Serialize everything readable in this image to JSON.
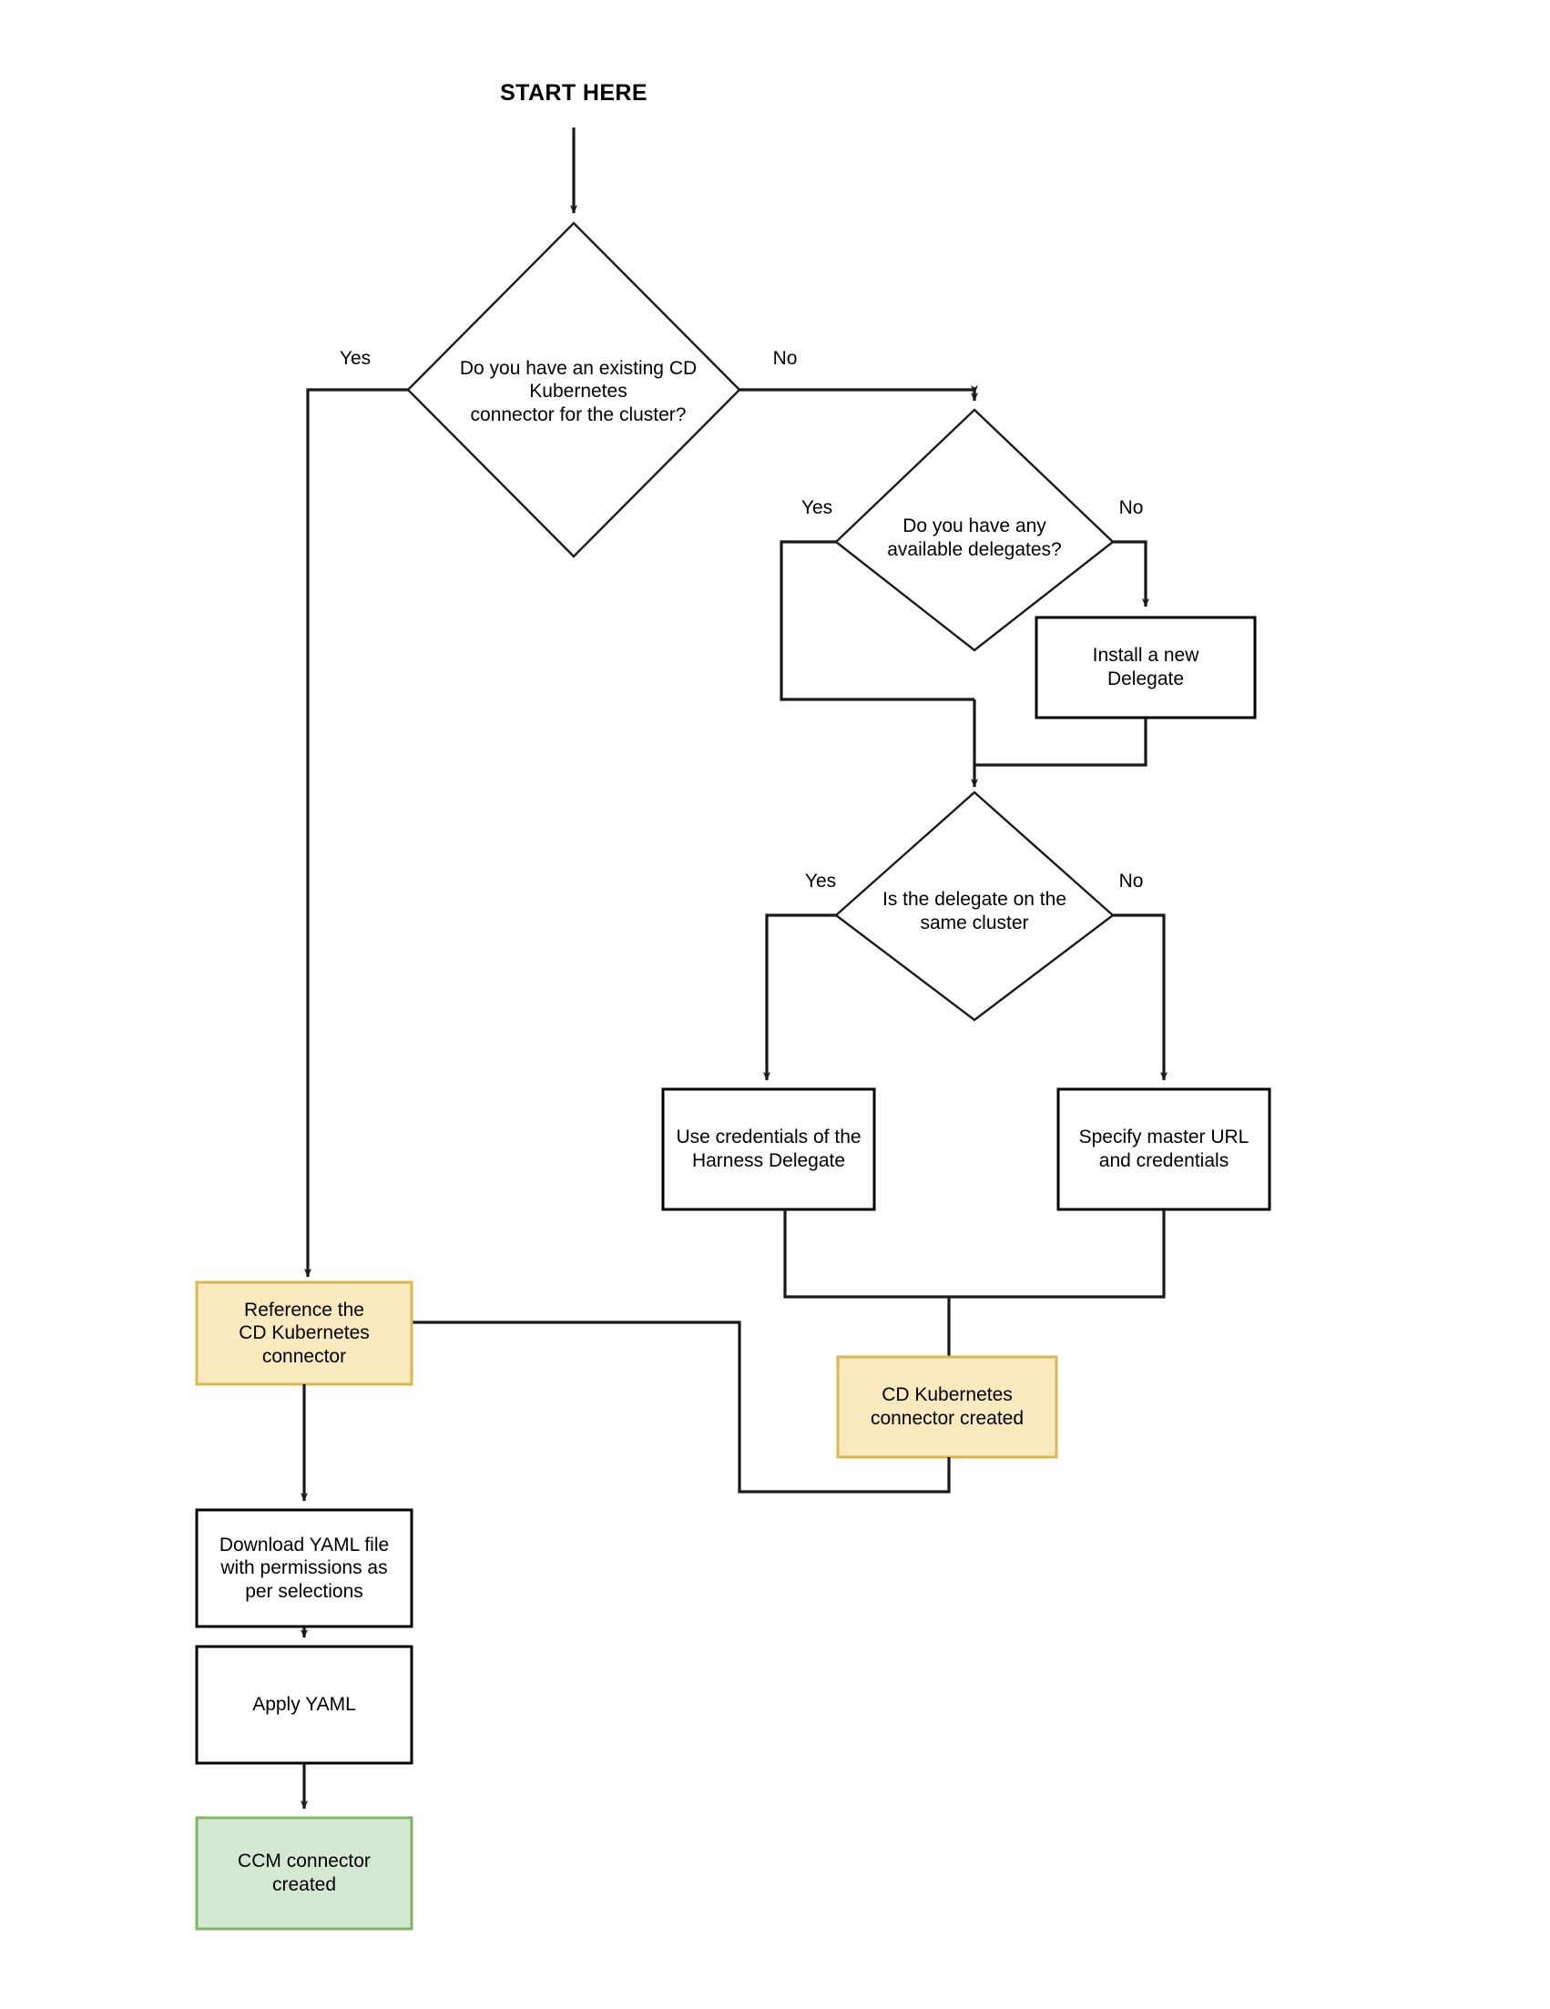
{
  "diagram": {
    "title": "START HERE",
    "type": "flowchart",
    "colors": {
      "stroke": "#1a1a1a",
      "process_fill": "#ffffff",
      "process_stroke": "#000000",
      "highlight_fill": "#fbe9bf",
      "highlight_stroke": "#d6b656",
      "success_fill": "#d5e8d4",
      "success_stroke": "#82b366",
      "text": "#000000",
      "background": "#ffffff"
    }
  },
  "nodes": {
    "decision_existing_connector": {
      "shape": "diamond",
      "label": "Do you have an existing CD\nKubernetes\nconnector for the cluster?"
    },
    "decision_available_delegates": {
      "shape": "diamond",
      "label": "Do you have any\navailable delegates?"
    },
    "decision_same_cluster": {
      "shape": "diamond",
      "label": "Is the delegate on the\nsame cluster"
    },
    "install_delegate": {
      "shape": "rectangle",
      "label": "Install a new\nDelegate"
    },
    "use_delegate_credentials": {
      "shape": "rectangle",
      "label": "Use credentials of the\nHarness Delegate"
    },
    "specify_master_url": {
      "shape": "rectangle",
      "label": "Specify master URL\nand credentials"
    },
    "cd_connector_created": {
      "shape": "rectangle",
      "label": "CD Kubernetes\nconnector created"
    },
    "reference_cd_connector": {
      "shape": "rectangle",
      "label": "Reference the\nCD Kubernetes\nconnector"
    },
    "download_yaml": {
      "shape": "rectangle",
      "label": "Download YAML file\nwith permissions as\nper selections"
    },
    "apply_yaml": {
      "shape": "rectangle",
      "label": "Apply YAML"
    },
    "ccm_connector_created": {
      "shape": "rectangle",
      "label": "CCM connector\ncreated"
    }
  },
  "edge_labels": {
    "existing_yes": "Yes",
    "existing_no": "No",
    "delegates_yes": "Yes",
    "delegates_no": "No",
    "same_cluster_yes": "Yes",
    "same_cluster_no": "No"
  }
}
